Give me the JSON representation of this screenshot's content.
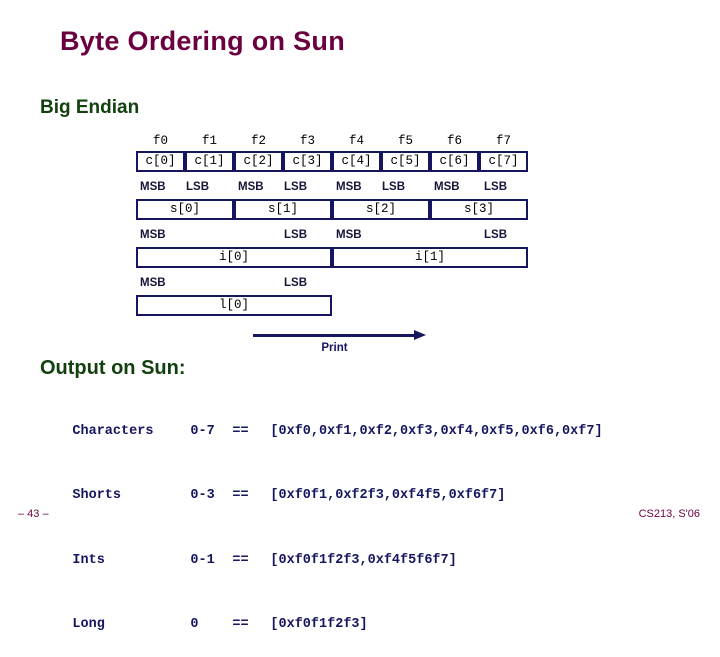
{
  "slide": {
    "title": "Byte Ordering on Sun",
    "title_color": "#6b0040",
    "heading_color": "#12400f",
    "box_border_color": "#151560",
    "mono_text_color": "#151560"
  },
  "sections": {
    "big_endian_heading": "Big Endian",
    "output_heading": "Output on Sun:"
  },
  "diagram": {
    "byte_labels": [
      "f0",
      "f1",
      "f2",
      "f3",
      "f4",
      "f5",
      "f6",
      "f7"
    ],
    "char_cells": [
      "c[0]",
      "c[1]",
      "c[2]",
      "c[3]",
      "c[4]",
      "c[5]",
      "c[6]",
      "c[7]"
    ],
    "char_endian_labels": [
      "MSB",
      "LSB",
      "MSB",
      "LSB",
      "MSB",
      "LSB",
      "MSB",
      "LSB"
    ],
    "short_cells": [
      "s[0]",
      "s[1]",
      "s[2]",
      "s[3]"
    ],
    "short_endian_labels": [
      "MSB",
      "LSB",
      "MSB",
      "LSB"
    ],
    "int_cells": [
      "i[0]",
      "i[1]"
    ],
    "int_endian_labels": [
      "MSB",
      "LSB"
    ],
    "long_cells": [
      "l[0]"
    ],
    "long_endian_labels": [
      "MSB",
      "LSB"
    ],
    "print_arrow_label": "Print"
  },
  "output": {
    "rows": [
      {
        "kind": "Characters",
        "range": "0-7",
        "eq": "==",
        "values": "[0xf0,0xf1,0xf2,0xf3,0xf4,0xf5,0xf6,0xf7]"
      },
      {
        "kind": "Shorts",
        "range": "0-3",
        "eq": "==",
        "values": "[0xf0f1,0xf2f3,0xf4f5,0xf6f7]"
      },
      {
        "kind": "Ints",
        "range": "0-1",
        "eq": "==",
        "values": "[0xf0f1f2f3,0xf4f5f6f7]"
      },
      {
        "kind": "Long",
        "range": "0",
        "eq": "==",
        "values": "[0xf0f1f2f3]"
      }
    ]
  },
  "footer": {
    "left": "– 43 –",
    "right": "CS213, S'06"
  }
}
